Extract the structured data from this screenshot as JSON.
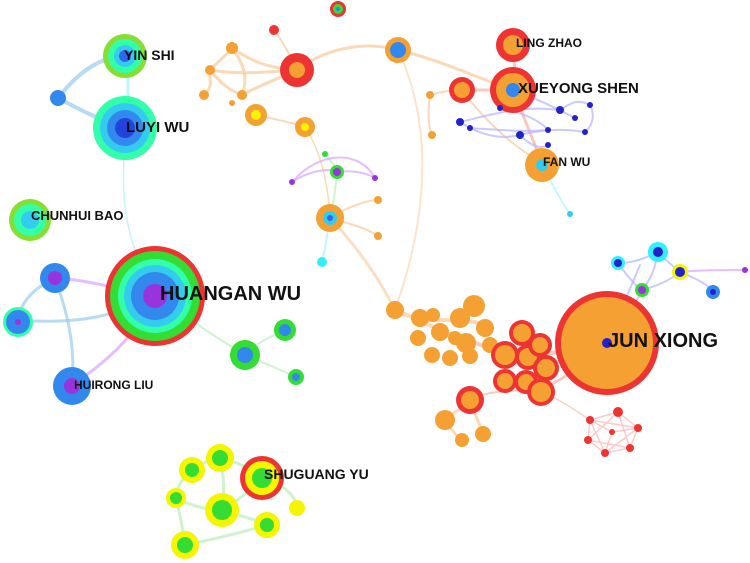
{
  "labels": {
    "yin_shi": "YIN SHI",
    "luyi_wu": "LUYI WU",
    "chunhui_bao": "CHUNHUI BAO",
    "huangan_wu": "HUANGAN WU",
    "huirong_liu": "HUIRONG LIU",
    "ling_zhao": "LING ZHAO",
    "xueyong_shen": "XUEYONG SHEN",
    "fan_wu": "FAN WU",
    "jun_xiong": "JUN XIONG",
    "shuguang_yu": "SHUGUANG YU"
  },
  "colors": {
    "red": "#ee3333",
    "orange": "#f5a033",
    "yellow": "#f5f500",
    "green": "#33dd33",
    "cyan": "#33eeff",
    "blue": "#3388ee",
    "indigo": "#2222cc",
    "purple": "#9933dd"
  }
}
